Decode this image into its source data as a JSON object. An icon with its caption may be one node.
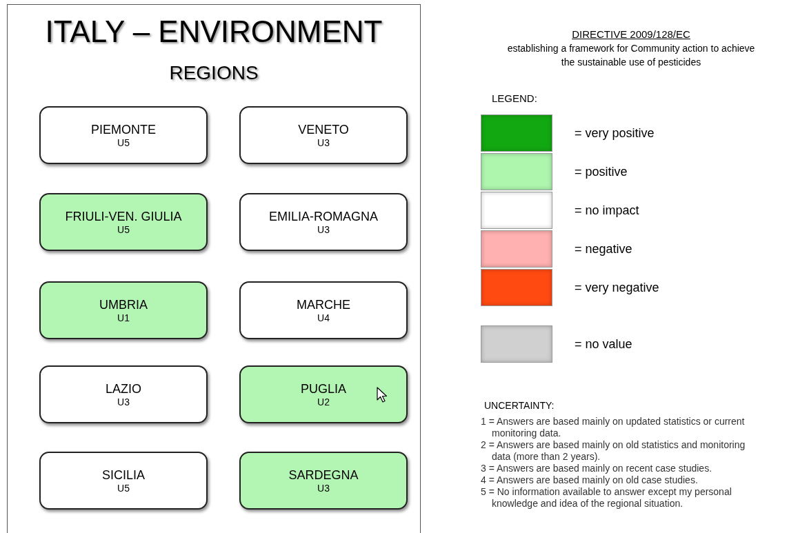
{
  "diagram": {
    "title": "ITALY – ENVIRONMENT",
    "nodes": [
      {
        "text": [
          "PIEMONTE",
          "U5"
        ]
      },
      {
        "text": [
          "VENETO",
          "U3"
        ]
      },
      {
        "text": [
          "FRIULI-VEN. GIULIA",
          "U5"
        ]
      },
      {
        "text": [
          "EMILIA-ROMAGNA",
          "U3"
        ]
      },
      {
        "text": [
          "UMBRIA",
          "U1"
        ]
      },
      {
        "text": [
          "MARCHE",
          "U4"
        ]
      },
      {
        "text": [
          "LAZIO",
          "U3"
        ]
      },
      {
        "text": [
          "PUGLIA",
          "U2"
        ]
      },
      {
        "text": [
          "SICILIA",
          "U5"
        ]
      },
      {
        "text": [
          "SARDEGNA",
          "U3"
        ]
      }
    ],
    "edges": [],
    "labels": [
      "REGIONS",
      "DIRECTIVE 2009/128/EC",
      "establishing a framework for Community action to achieve the sustainable use of pesticides",
      "LEGEND:",
      "UNCERTAINTY:",
      "1 = Answers are based mainly on updated statistics or current monitoring data.",
      "2 = Answers are based mainly on old statistics and monitoring data (more than 2 years).",
      "3 = Answers are based mainly on recent case studies.",
      "4 = Answers are based mainly on old case studies.",
      "5 = No information available to answer except my personal knowledge and idea of the regional situation."
    ],
    "legend": [
      {
        "text": "= very positive",
        "color": "#12a812"
      },
      {
        "text": "= positive",
        "color": "#aef5ae"
      },
      {
        "text": "= no impact",
        "color": "#ffffff"
      },
      {
        "text": "= negative",
        "color": "#ffb0b0"
      },
      {
        "text": "= very negative",
        "color": "#ff4a12"
      },
      {
        "text": "= no value",
        "color": "#d0d0d0"
      }
    ]
  }
}
